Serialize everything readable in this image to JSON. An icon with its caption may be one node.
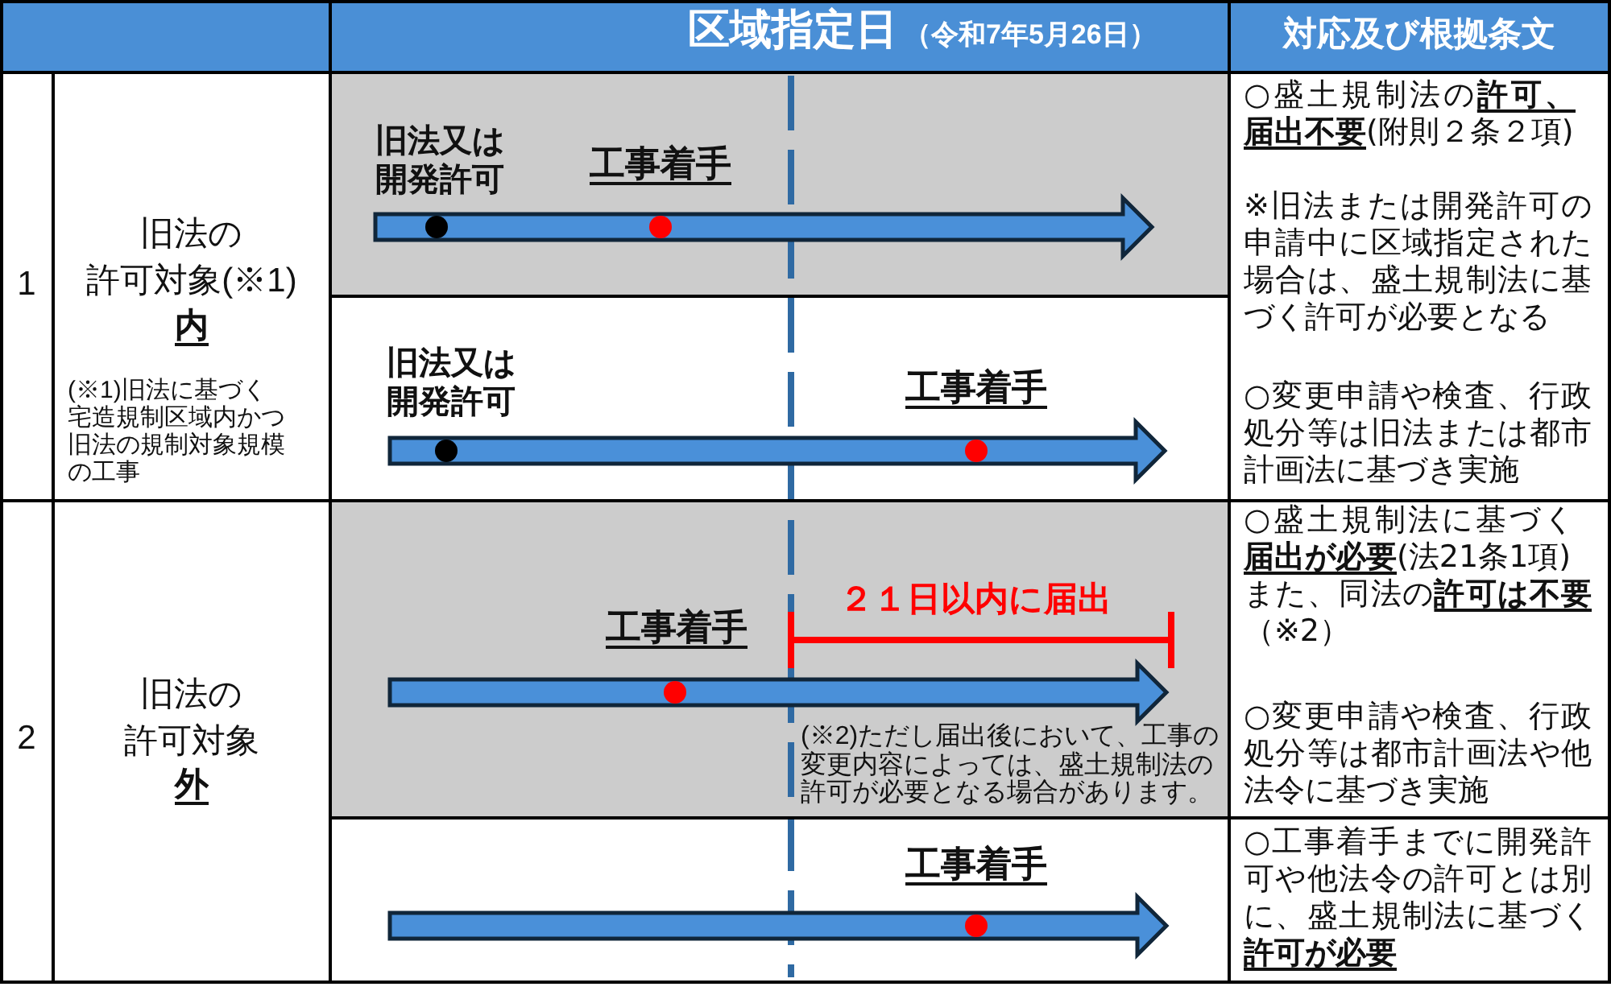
{
  "diagram": {
    "labels": [
      "区域指定日",
      "（令和7年5月26日）",
      "対応及び根拠条文",
      "1",
      "旧法の許可対象(※1)",
      "内",
      "(※1)旧法に基づく宅造規制区域内かつ旧法の規制対象規模の工事",
      "旧法又は開発許可",
      "工事着手",
      "○盛土規制法の**許可、届出不要**(附則２条２項)",
      "※旧法または開発許可の申請中に区域指定された場合は、盛土規制法に基づく許可が必要となる",
      "○変更申請や検査、行政処分等は旧法または都市計画法に基づき実施",
      "旧法又は開発許可",
      "工事着手",
      "2",
      "旧法の許可対象",
      "外",
      "２１日以内に届出",
      "工事着手",
      "(※2)ただし届出後において、工事の変更内容によっては、盛土規制法の許可が必要となる場合があります。",
      "○盛土規制法に基づく**届出が必要**(法21条1項)",
      "また、同法の**許可は不要**（※2）",
      "○変更申請や検査、行政処分等は都市計画法や他法令に基づき実施",
      "工事着手",
      "○工事着手までに開発許可や他法令の許可とは別に、盛土規制法に基づく**許可が必要**"
    ]
  }
}
